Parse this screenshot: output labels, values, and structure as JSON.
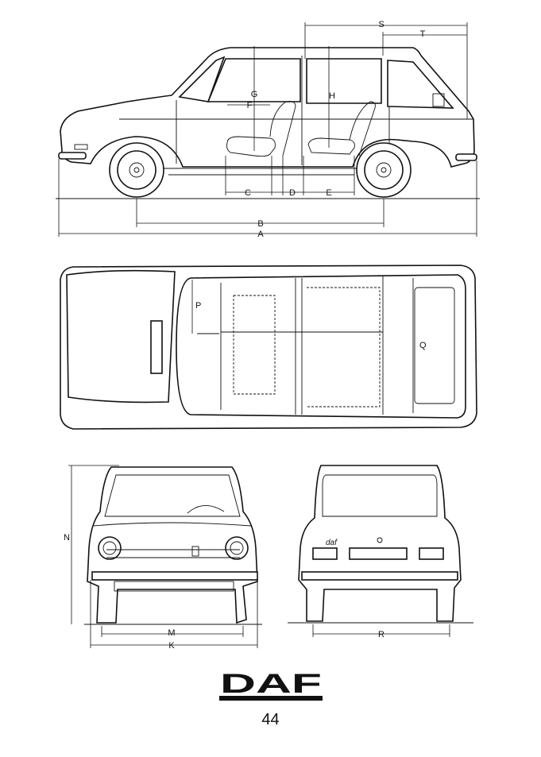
{
  "labels": {
    "side": {
      "S": "S",
      "T": "T",
      "G": "G",
      "F": "F",
      "H": "H",
      "C": "C",
      "D": "D",
      "E": "E",
      "B": "B",
      "A": "A"
    },
    "top": {
      "P": "P",
      "Q": "Q"
    },
    "front": {
      "N": "N",
      "M": "M",
      "K": "K"
    },
    "rear": {
      "R": "R",
      "badge": "daf"
    }
  },
  "brand": {
    "logo_text": "DAF",
    "page_number": "44"
  },
  "colors": {
    "ink": "#111111",
    "paper": "#ffffff"
  }
}
